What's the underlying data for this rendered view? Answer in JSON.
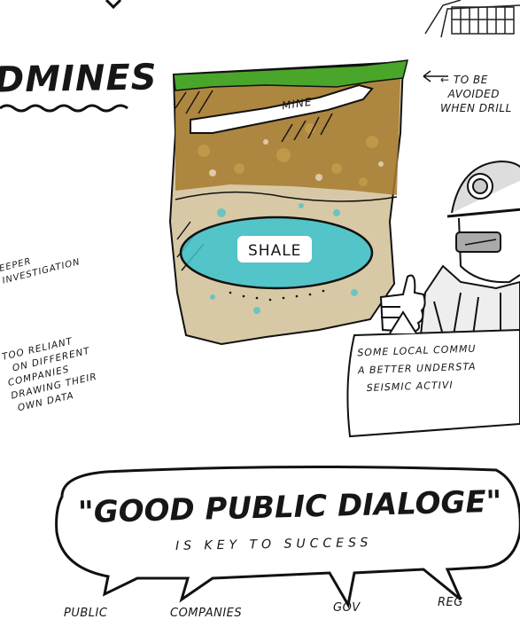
{
  "heading": "DMINES",
  "notes": {
    "deeper": "EEPER\nINVESTIGATION",
    "reliant": "TOO RELIANT\n  ON DIFFERENT\nCOMPANIES\nDRAWING THEIR\n OWN DATA",
    "avoid": "← TO BE\n  AVOIDED\nWHEN DRILL"
  },
  "diagram": {
    "mine_label": "MINE",
    "shale_label": "SHALE"
  },
  "speech_bubble": "SOME LOCAL COMMU\nA BETTER UNDERSTA\n  SEISMIC ACTIVI",
  "quote": {
    "main": "\"GOOD PUBLIC DIALOGE\"",
    "sub": "IS KEY TO SUCCESS"
  },
  "stakeholders": [
    "PUBLIC",
    "COMPANIES",
    "GOV",
    "REG"
  ],
  "colors": {
    "grass": "#4aa62a",
    "soil": "#a67a2e",
    "shale": "#3cc3cc",
    "sand": "#d8c9a6",
    "ink": "#111111"
  }
}
